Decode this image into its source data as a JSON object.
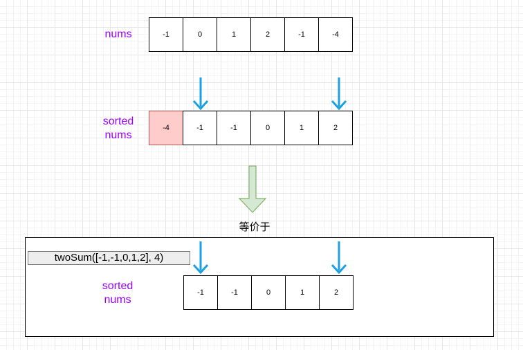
{
  "top": {
    "label": "nums",
    "values": [
      "-1",
      "0",
      "1",
      "2",
      "-1",
      "-4"
    ]
  },
  "middle": {
    "label": "sorted\nnums",
    "values": [
      "-4",
      "-1",
      "-1",
      "0",
      "1",
      "2"
    ]
  },
  "equivalent_text": "等价于",
  "bottom": {
    "code_label": "twoSum([-1,-1,0,1,2], 4)",
    "label": "sorted\nnums",
    "values": [
      "-1",
      "-1",
      "0",
      "1",
      "2"
    ]
  },
  "colors": {
    "label": "#9900ff",
    "highlight_fill": "#ffcccc",
    "pointer_arrow": "#1ba1e2",
    "transform_arrow_fill": "#d5e8d4",
    "transform_arrow_stroke": "#82b366"
  }
}
